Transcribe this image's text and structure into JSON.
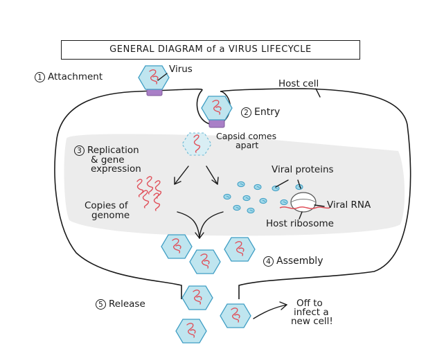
{
  "title": "GENERAL DIAGRAM of a VIRUS LIFECYCLE",
  "labels": {
    "virus": "Virus",
    "host_cell": "Host cell",
    "capsid": "Capsid comes apart",
    "capsid_line1": "Capsid comes",
    "capsid_line2": "apart",
    "viral_proteins": "Viral proteins",
    "viral_rna": "Viral RNA",
    "host_ribosome": "Host ribosome",
    "copies_line1": "Copies of",
    "copies_line2": "genome",
    "off_line1": "Off to",
    "off_line2": "infect a",
    "off_line3": "new cell!"
  },
  "steps": [
    {
      "number": "1",
      "label": "Attachment"
    },
    {
      "number": "2",
      "label": "Entry"
    },
    {
      "number": "3",
      "label_line1": "Replication",
      "label_line2": "& gene",
      "label_line3": "expression"
    },
    {
      "number": "4",
      "label": "Assembly"
    },
    {
      "number": "5",
      "label": "Release"
    }
  ],
  "colors": {
    "capsid_fill": "#bfe5ef",
    "capsid_stroke": "#3f9ec4",
    "genome": "#e0505a",
    "receptor": "#a97fc7",
    "cytoplasm": "#ececec",
    "ink": "#1a1a1a"
  }
}
